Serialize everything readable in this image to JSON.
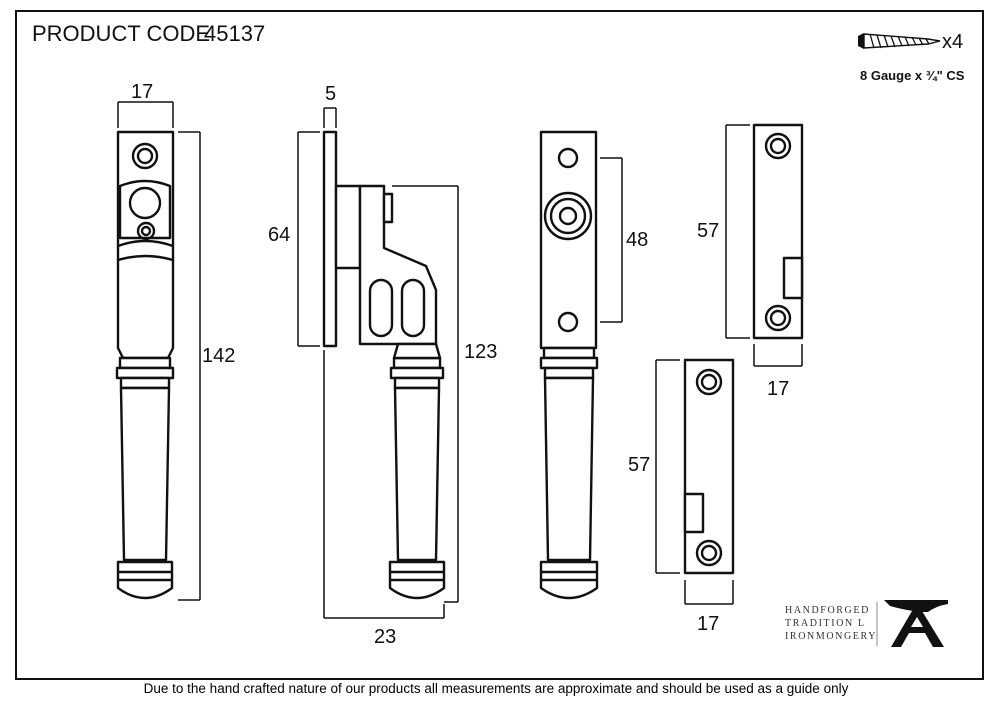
{
  "header": {
    "product_code_label": "PRODUCT CODE",
    "product_code": "45137"
  },
  "screws": {
    "quantity": "x4",
    "spec": "8 Gauge x ¾\" CS",
    "icon": "screw-icon"
  },
  "dimensions": {
    "front_handle_width": "17",
    "front_handle_height": "142",
    "side_plate_thickness": "5",
    "side_plate_height": "64",
    "side_handle_height": "123",
    "side_projection": "23",
    "back_plate_height": "48",
    "keep_upper_height": "57",
    "keep_upper_width": "17",
    "keep_lower_height": "57",
    "keep_lower_width": "17"
  },
  "brand": {
    "line1": "HANDFORGED",
    "line2": "TRADITION L",
    "line3": "IRONMONGERY",
    "logo": "anvil-icon"
  },
  "footer": {
    "disclaimer": "Due to the hand crafted nature of our products all measurements are approximate and should be used as a guide only"
  },
  "colors": {
    "line": "#111111",
    "background": "#ffffff"
  }
}
